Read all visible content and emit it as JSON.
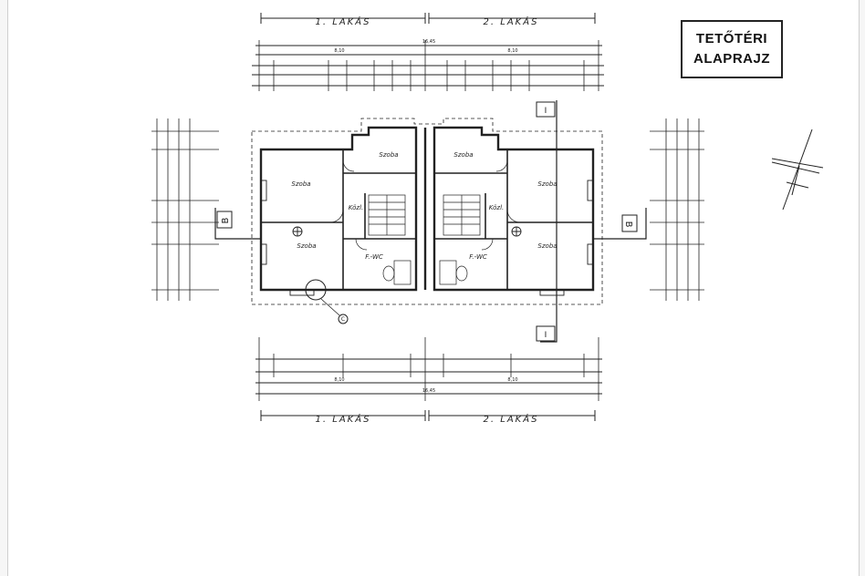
{
  "drawing": {
    "title_line1": "TETŐTÉRI",
    "title_line2": "ALAPRAJZ",
    "apartment_top_left": "1. LAKÁS",
    "apartment_top_right": "2. LAKÁS",
    "apartment_bottom_left": "1. LAKÁS",
    "apartment_bottom_right": "2. LAKÁS",
    "overall_top": "16,45",
    "overall_bottom": "16,45",
    "half_left_top": "8,10",
    "half_right_top": "8,10",
    "half_left_bottom": "8,10",
    "half_right_bottom": "8,10",
    "section_marker": "B",
    "section_marker_top": "I",
    "section_marker_bottom": "I",
    "detail_marker": "C",
    "rooms": {
      "szoba_a": "Szoba",
      "szoba_b": "Szoba",
      "szoba_c": "Szoba",
      "szoba_d": "Szoba",
      "szoba_e": "Szoba",
      "szoba_f": "Szoba",
      "kozl_left": "Közl.",
      "kozl_right": "Közl.",
      "furdo_left": "F.-WC",
      "furdo_right": "F.-WC"
    }
  },
  "colors": {
    "ink": "#222222",
    "paper": "#ffffff",
    "background": "#f6f6f6"
  }
}
